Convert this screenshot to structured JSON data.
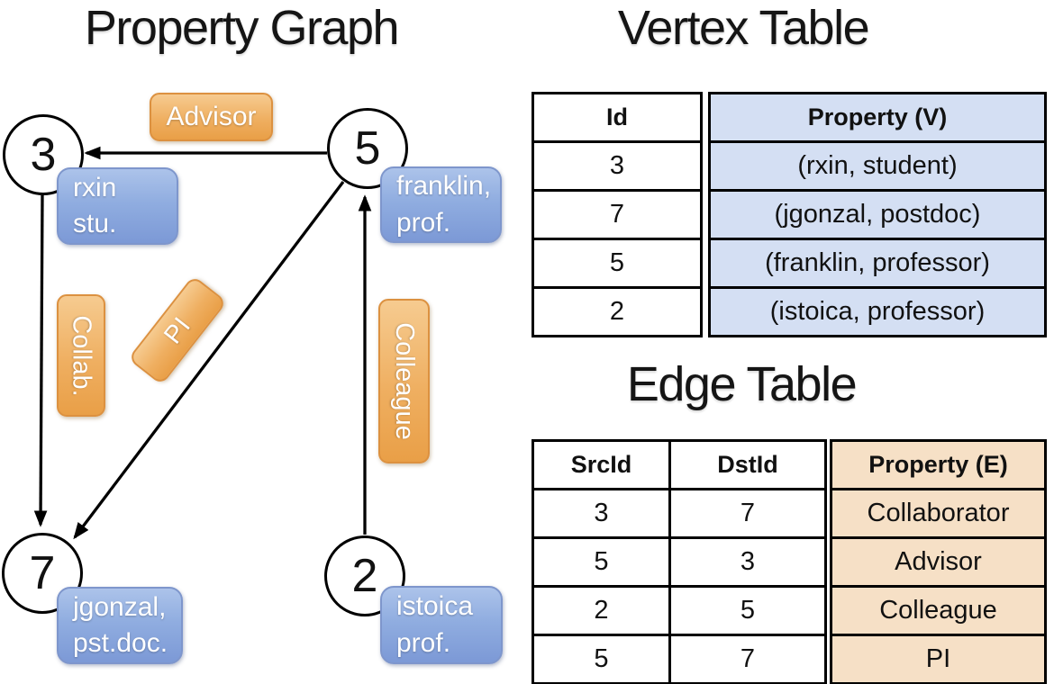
{
  "colors": {
    "orange_accent": "#E9A14A",
    "blue_accent": "#7E9BD7",
    "vertex_column_fill": "#D4DFF3",
    "edge_column_fill": "#F6E0C6"
  },
  "graph": {
    "title": "Property Graph",
    "nodes": {
      "n3": {
        "id": "3",
        "prop1": "rxin",
        "prop2": "stu."
      },
      "n5": {
        "id": "5",
        "prop1": "franklin,",
        "prop2": "prof."
      },
      "n7": {
        "id": "7",
        "prop1": "jgonzal,",
        "prop2": "pst.doc."
      },
      "n2": {
        "id": "2",
        "prop1": "istoica",
        "prop2": "prof."
      }
    },
    "edge_labels": {
      "advisor": "Advisor",
      "collab": "Collab.",
      "pi": "PI",
      "colleague": "Colleague"
    }
  },
  "vertex_table": {
    "title": "Vertex Table",
    "headers": {
      "id": "Id",
      "property": "Property (V)"
    },
    "rows": [
      {
        "id": "3",
        "property": "(rxin, student)"
      },
      {
        "id": "7",
        "property": "(jgonzal, postdoc)"
      },
      {
        "id": "5",
        "property": "(franklin, professor)"
      },
      {
        "id": "2",
        "property": "(istoica, professor)"
      }
    ]
  },
  "edge_table": {
    "title": "Edge Table",
    "headers": {
      "src": "SrcId",
      "dst": "DstId",
      "property": "Property (E)"
    },
    "rows": [
      {
        "src": "3",
        "dst": "7",
        "property": "Collaborator"
      },
      {
        "src": "5",
        "dst": "3",
        "property": "Advisor"
      },
      {
        "src": "2",
        "dst": "5",
        "property": "Colleague"
      },
      {
        "src": "5",
        "dst": "7",
        "property": "PI"
      }
    ]
  }
}
